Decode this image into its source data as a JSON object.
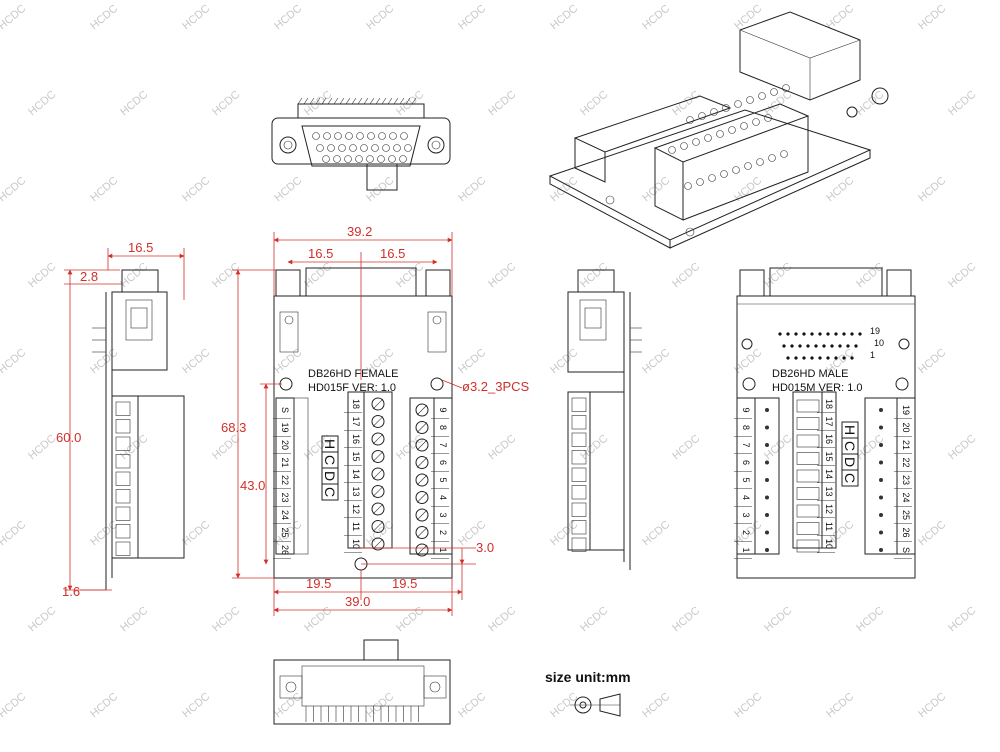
{
  "watermark": "HCDC",
  "accent_color": "#d0302a",
  "legend": {
    "size_unit": "size unit:mm"
  },
  "boards": {
    "female": {
      "model_line": "DB26HD  FEMALE",
      "version_line": "HD015F  VER: 1.0",
      "logo": "HCDC",
      "left_pins": [
        "S",
        "19",
        "20",
        "21",
        "22",
        "23",
        "24",
        "25",
        "26"
      ],
      "mid_pins_top": [
        "18",
        "17",
        "16",
        "15",
        "14",
        "13",
        "12",
        "11",
        "10"
      ],
      "right_pins": [
        "9",
        "8",
        "7",
        "6",
        "5",
        "4",
        "3",
        "2",
        "1"
      ]
    },
    "male": {
      "model_line": "DB26HD      MALE",
      "version_line": "HD015M  VER: 1.0",
      "logo": "HCDC",
      "left_pins": [
        "9",
        "8",
        "7",
        "6",
        "5",
        "4",
        "3",
        "2",
        "1"
      ],
      "mid_pins": [
        "18",
        "17",
        "16",
        "15",
        "14",
        "13",
        "12",
        "11",
        "10"
      ],
      "right_pins": [
        "19",
        "20",
        "21",
        "22",
        "23",
        "24",
        "25",
        "26",
        "S"
      ],
      "row_labels": [
        "19",
        "10",
        "1"
      ]
    }
  },
  "dimensions": {
    "side_width": "16.5",
    "side_offset": "2.8",
    "side_height": "60.0",
    "side_pcb": "1.6",
    "top_width": "39.2",
    "top_half_left": "16.5",
    "top_half_right": "16.5",
    "total_height": "68.3",
    "inner_height": "43.0",
    "hole": "ø3.2_3PCS",
    "hole_offset": "3.0",
    "bottom_half_left": "19.5",
    "bottom_half_right": "19.5",
    "bottom_width": "39.0"
  }
}
